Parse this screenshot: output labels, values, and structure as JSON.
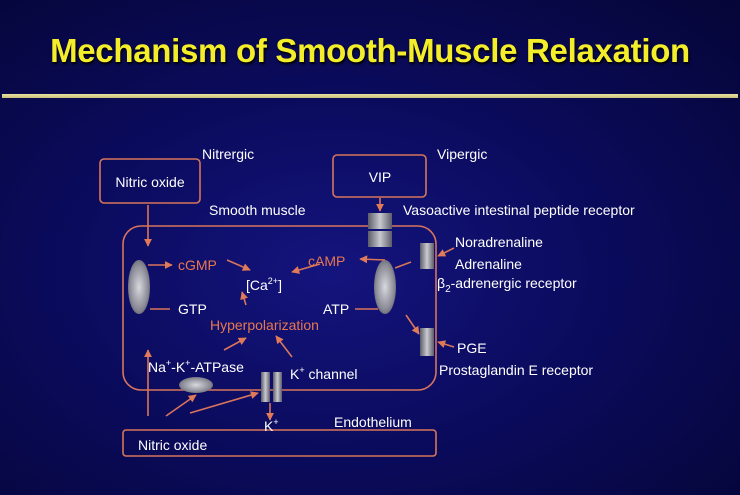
{
  "slide": {
    "title": "Mechanism of Smooth-Muscle Relaxation"
  },
  "diagram": {
    "nitrergic": "Nitrergic",
    "vipergic": "Vipergic",
    "nitric_oxide_box": "Nitric oxide",
    "vip_box": "VIP",
    "smooth_muscle": "Smooth muscle",
    "vip_receptor": "Vasoactive intestinal peptide receptor",
    "noradrenaline": "Noradrenaline",
    "adrenaline": "Adrenaline",
    "beta2_prefix": "β",
    "beta2_sub": "2",
    "beta2_suffix": "-adrenergic receptor",
    "cgmp": "cGMP",
    "camp": "cAMP",
    "calcium_base": "[Ca",
    "calcium_sup": "2+",
    "calcium_end": "]",
    "gtp": "GTP",
    "atp": "ATP",
    "hyperpolarization": "Hyperpolarization",
    "pge": "PGE",
    "pge_receptor": "Prostaglandin E receptor",
    "na_k_atpase_1": "Na",
    "na_k_atpase_2": "-K",
    "na_k_atpase_3": "-ATPase",
    "plus": "+",
    "k_channel_base": "K",
    "k_channel_suffix": " channel",
    "k_ion": "K",
    "endothelium": "Endothelium",
    "endothelium_no": "Nitric oxide"
  },
  "colors": {
    "title": "#f4ee2a",
    "background": "#0b0b5e",
    "line": "#d8755a",
    "orange_text": "#e8774e",
    "white_text": "#ffffff"
  }
}
